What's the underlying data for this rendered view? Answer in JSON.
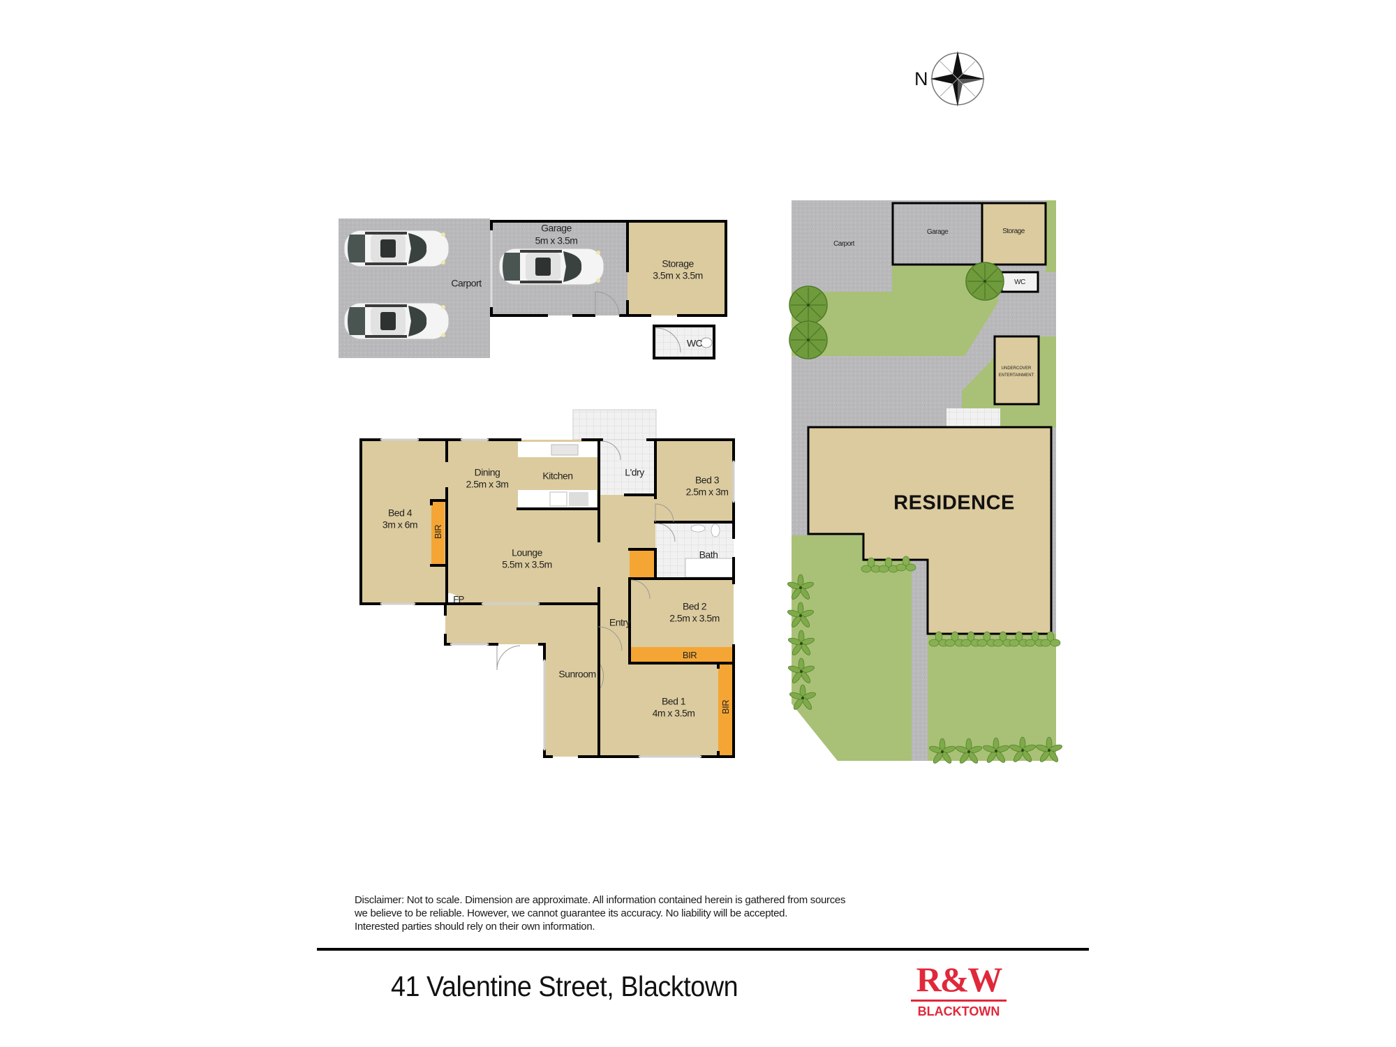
{
  "compass": {
    "north_label": "N",
    "icon": "compass-rose-icon"
  },
  "outbuildings": {
    "carport": {
      "label": "Carport"
    },
    "garage": {
      "label": "Garage",
      "dimensions": "5m x 3.5m"
    },
    "storage": {
      "label": "Storage",
      "dimensions": "3.5m x 3.5m"
    },
    "wc": {
      "label": "WC"
    },
    "cars": [
      "car-icon",
      "car-icon",
      "car-icon"
    ]
  },
  "floor_plan": {
    "rooms": [
      {
        "id": "bed4",
        "label": "Bed 4",
        "dimensions": "3m x 6m"
      },
      {
        "id": "dining",
        "label": "Dining",
        "dimensions": "2.5m x 3m"
      },
      {
        "id": "kitchen",
        "label": "Kitchen",
        "dimensions": ""
      },
      {
        "id": "laundry",
        "label": "L'dry",
        "dimensions": ""
      },
      {
        "id": "bed3",
        "label": "Bed 3",
        "dimensions": "2.5m x 3m"
      },
      {
        "id": "lounge",
        "label": "Lounge",
        "dimensions": "5.5m x 3.5m"
      },
      {
        "id": "bath",
        "label": "Bath",
        "dimensions": ""
      },
      {
        "id": "bed2",
        "label": "Bed 2",
        "dimensions": "2.5m x 3.5m"
      },
      {
        "id": "entry",
        "label": "Entry",
        "dimensions": ""
      },
      {
        "id": "sunroom",
        "label": "Sunroom",
        "dimensions": ""
      },
      {
        "id": "bed1",
        "label": "Bed 1",
        "dimensions": "4m x 3.5m"
      }
    ],
    "bir_labels": [
      "BIR",
      "BIR",
      "BIR"
    ],
    "fireplace_label": "FP"
  },
  "site_plan": {
    "carport": "Carport",
    "garage": "Garage",
    "storage": "Storage",
    "wc": "WC",
    "undercover_line1": "UNDERCOVER",
    "undercover_line2": "ENTERTAINMENT",
    "residence": "RESIDENCE"
  },
  "disclaimer": {
    "line1": "Disclaimer: Not to scale. Dimension are approximate. All information contained herein is gathered from sources",
    "line2": "we believe to be reliable. However, we cannot guarantee its accuracy. No liability will be accepted.",
    "line3": "Interested parties should rely on their own information."
  },
  "footer": {
    "address": "41 Valentine Street, Blacktown",
    "logo_main": "R&W",
    "logo_sub": "BLACKTOWN"
  },
  "colors": {
    "room_fill": "#dccb9e",
    "concrete": "#b9b9bb",
    "lawn": "#a9c176",
    "bir_orange": "#f5a534",
    "wall": "#000000",
    "tile": "#eeeeee",
    "brand_red": "#e0283a"
  }
}
